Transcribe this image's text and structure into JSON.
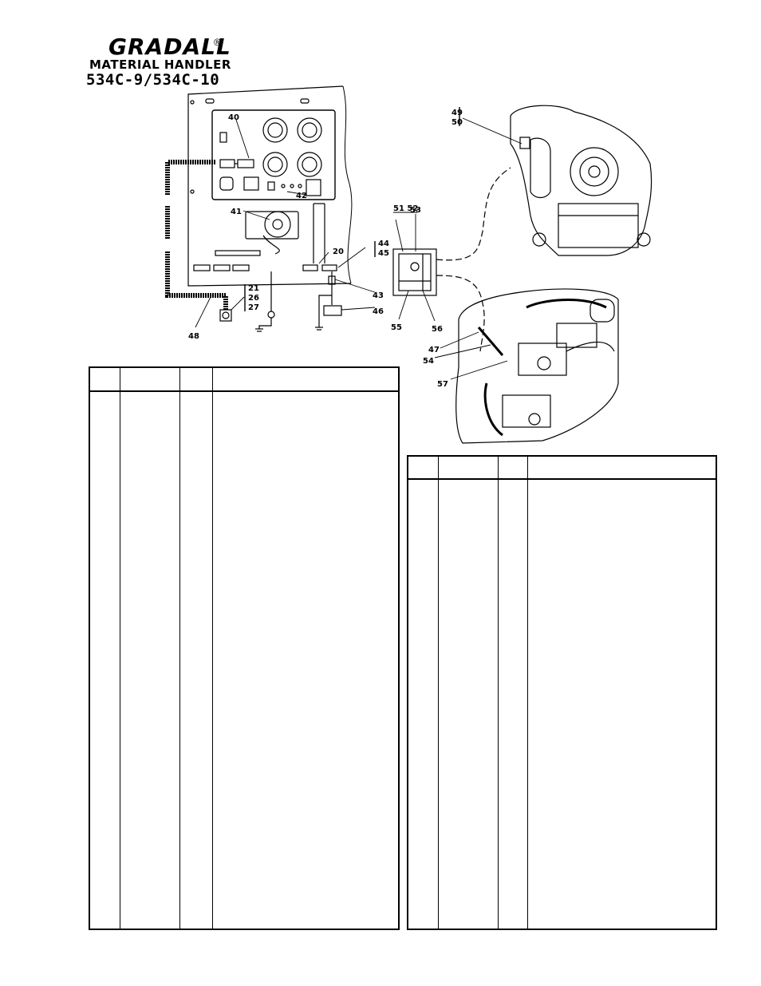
{
  "header": {
    "brand": "GRADALL",
    "registered": "®",
    "subtitle": "MATERIAL HANDLER",
    "model": "534C-9/534C-10"
  },
  "callouts": {
    "c40": "40",
    "c41": "41",
    "c42": "42",
    "c20": "20",
    "c44": "44",
    "c45": "45",
    "c43": "43",
    "c46": "46",
    "c21": "21",
    "c26": "26",
    "c27": "27",
    "c48": "48",
    "c51_52": "51 52",
    "c53": "53",
    "c55": "55",
    "c56": "56",
    "c49": "49",
    "c50": "50",
    "c47": "47",
    "c54": "54",
    "c57": "57"
  }
}
